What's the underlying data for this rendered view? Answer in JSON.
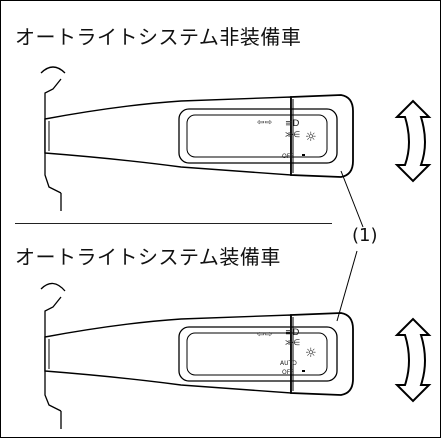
{
  "sections": {
    "without_auto_light": {
      "title": "オートライトシステム非装備車",
      "switch_labels": {
        "off": "OFF"
      }
    },
    "with_auto_light": {
      "title": "オートライトシステム装備車",
      "switch_labels": {
        "auto": "AUTO",
        "off": "OFF"
      }
    }
  },
  "callout": {
    "label": "(1)"
  },
  "icons": [
    "turn-signal-arrows-icon",
    "headlight-icon",
    "parking-light-icon",
    "light-on-sun-icon",
    "rotate-arrow-icon"
  ],
  "colors": {
    "stroke": "#000000",
    "arrow_fill": "#ffffff"
  }
}
